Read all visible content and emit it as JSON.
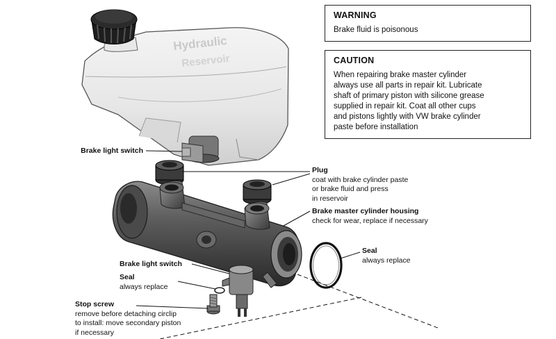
{
  "warning": {
    "heading": "WARNING",
    "body": "Brake fluid is poisonous"
  },
  "caution": {
    "heading": "CAUTION",
    "body": "When repairing brake master cylinder\nalways use all parts in repair kit. Lubricate\nshaft of primary piston with silicone grease\nsupplied in repair kit. Coat all other cups\nand pistons lightly with VW brake cylinder\npaste before installation"
  },
  "labels": {
    "switch_top": {
      "title": "Brake light switch"
    },
    "plug": {
      "title": "Plug",
      "note": "coat with brake cylinder paste\nor brake fluid and press\nin reservoir"
    },
    "housing": {
      "title": "Brake master cylinder housing",
      "note": "check for wear, replace if necessary"
    },
    "seal_right": {
      "title": "Seal",
      "note": "always replace"
    },
    "switch_bottom": {
      "title": "Brake light switch"
    },
    "seal_left": {
      "title": "Seal",
      "note": "always replace"
    },
    "stop_screw": {
      "title": "Stop screw",
      "note": "remove before detaching circlip\nto install: move secondary piston\nif necessary"
    }
  },
  "reservoir_text": "Hydraulic Reservoir"
}
